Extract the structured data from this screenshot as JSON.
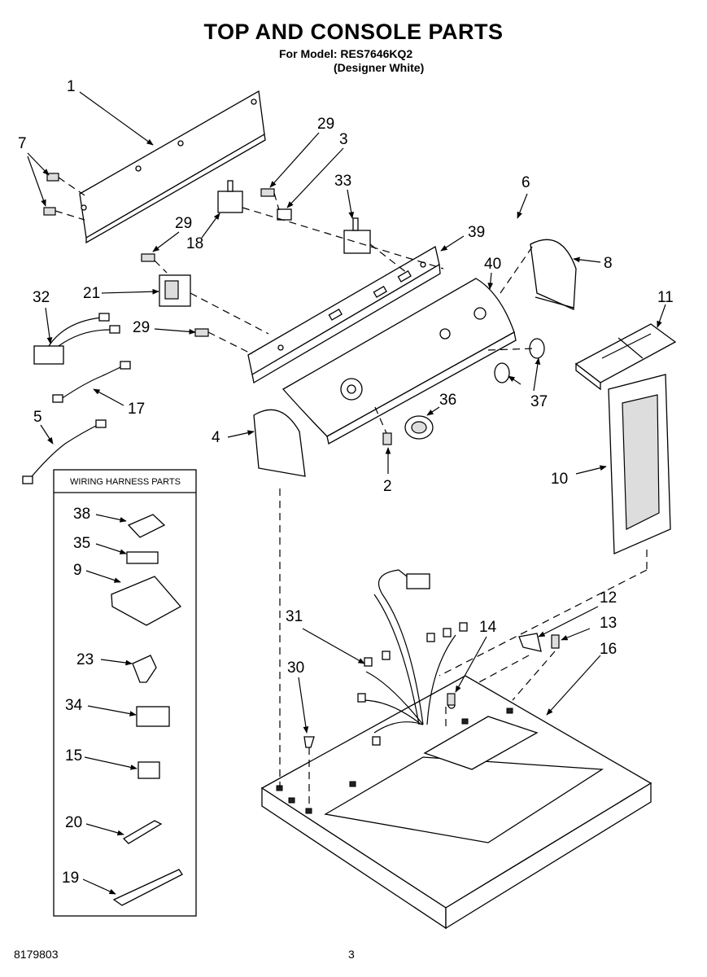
{
  "header": {
    "title": "TOP AND CONSOLE PARTS",
    "model_line": "For Model: RES7646KQ2",
    "color_line": "(Designer White)"
  },
  "footer": {
    "doc_number": "8179803",
    "page_number": "3"
  },
  "wiring_box": {
    "title": "WIRING HARNESS PARTS"
  },
  "callouts": {
    "c1": "1",
    "c2": "2",
    "c3": "3",
    "c4": "4",
    "c5": "5",
    "c6": "6",
    "c7": "7",
    "c8": "8",
    "c9": "9",
    "c10": "10",
    "c11": "11",
    "c12": "12",
    "c13": "13",
    "c14": "14",
    "c15": "15",
    "c16": "16",
    "c17": "17",
    "c18": "18",
    "c19": "19",
    "c20": "20",
    "c21": "21",
    "c23": "23",
    "c29a": "29",
    "c29b": "29",
    "c29c": "29",
    "c30": "30",
    "c31": "31",
    "c32": "32",
    "c33": "33",
    "c34": "34",
    "c35": "35",
    "c36": "36",
    "c37": "37",
    "c38": "38",
    "c39": "39",
    "c40": "40"
  }
}
